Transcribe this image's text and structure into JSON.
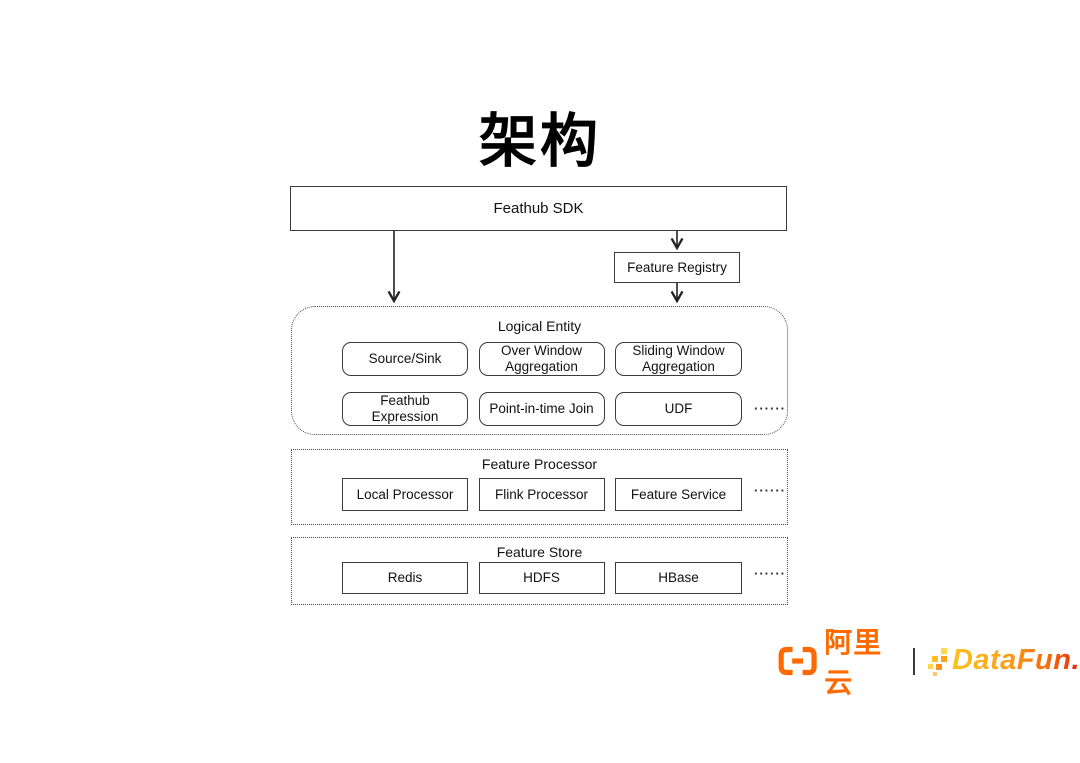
{
  "title": "架构",
  "diagram": {
    "sdk": {
      "label": "Feathub SDK"
    },
    "registry": {
      "label": "Feature Registry"
    },
    "ellipsis": "······",
    "logical": {
      "label": "Logical Entity",
      "boxes": [
        {
          "label": "Source/Sink"
        },
        {
          "label": "Over Window Aggregation"
        },
        {
          "label": "Sliding Window Aggregation"
        },
        {
          "label": "Feathub Expression"
        },
        {
          "label": "Point-in-time Join"
        },
        {
          "label": "UDF"
        }
      ]
    },
    "processor": {
      "label": "Feature Processor",
      "boxes": [
        {
          "label": "Local Processor"
        },
        {
          "label": "Flink Processor"
        },
        {
          "label": "Feature Service"
        }
      ]
    },
    "store": {
      "label": "Feature Store",
      "boxes": [
        {
          "label": "Redis"
        },
        {
          "label": "HDFS"
        },
        {
          "label": "HBase"
        }
      ]
    }
  },
  "footer": {
    "alibaba_wordmark": "阿里云",
    "datafun_wordmark": "DataFun."
  },
  "colors": {
    "background": "#ffffff",
    "box_border": "#3a3a3a",
    "dotted_border": "#4d4d4d",
    "text": "#111111",
    "alibaba_orange": "#FF6A00",
    "datafun_gradient_start": "#FFC11E",
    "datafun_gradient_end": "#E9220B"
  }
}
